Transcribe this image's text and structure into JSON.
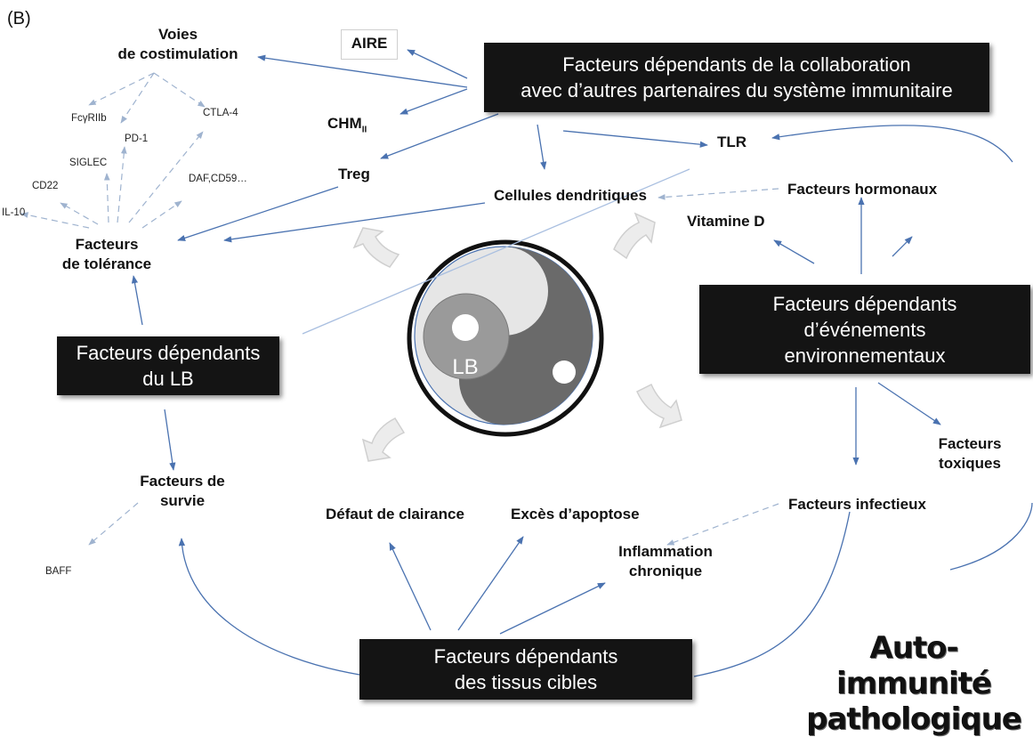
{
  "panel_label": "(B)",
  "title": "Auto-immunité\npathologique",
  "center": {
    "label": "LB"
  },
  "boxes": {
    "collaboration": "Facteurs dépendants de la collaboration\navec d’autres partenaires du système immunitaire",
    "environment": "Facteurs dépendants\nd’événements\nenvironnementaux",
    "lb": "Facteurs dépendants\ndu LB",
    "tissues": "Facteurs dépendants\ndes tissus cibles"
  },
  "labels": {
    "costimulation": "Voies\nde costimulation",
    "aire": "AIRE",
    "chm": "CHM",
    "chm_sub": "II",
    "treg": "Treg",
    "tlr": "TLR",
    "dendritic": "Cellules dendritiques",
    "hormonal": "Facteurs hormonaux",
    "vitamin_d": "Vitamine D",
    "tolerance": "Facteurs\nde tolérance",
    "survival": "Facteurs de\nsurvie",
    "clearance": "Défaut de clairance",
    "apoptosis": "Excès d’apoptose",
    "infectious": "Facteurs infectieux",
    "toxic": "Facteurs\ntoxiques",
    "inflammation": "Inflammation\nchronique"
  },
  "small_labels": {
    "fcgriib": "FcγRIIb",
    "pd1": "PD-1",
    "ctla4": "CTLA-4",
    "siglec": "SIGLEC",
    "cd22": "CD22",
    "daf": "DAF,CD59…",
    "il10": "IL-10",
    "baff": "BAFF"
  },
  "colors": {
    "arrow": "#4a72b0",
    "dashed": "#9fb3cf",
    "box_bg": "#141414",
    "yin_dark": "#6a6a6a",
    "yin_light": "#e6e6e6",
    "lb_disc": "#9a9a9a"
  }
}
